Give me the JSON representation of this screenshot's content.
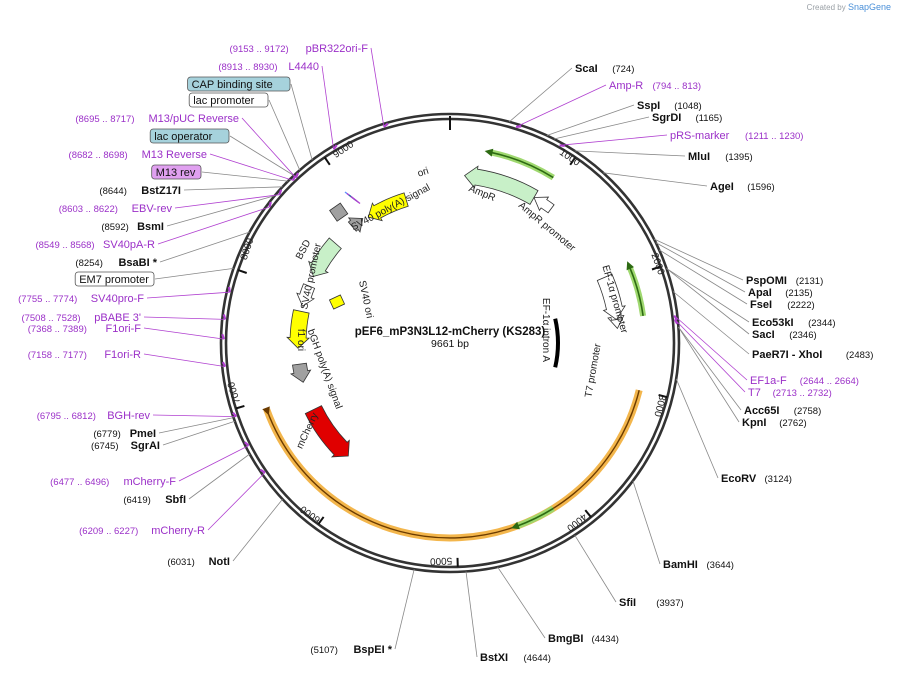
{
  "branding": {
    "created_by": "Created by",
    "app": "SnapGene"
  },
  "plasmid": {
    "name": "pEF6_mP3N3L12-mCherry (KS283)",
    "length": "9661 bp"
  },
  "colors": {
    "enzyme_text": "#111111",
    "primer_text": "#9b30c8",
    "line": "#888888",
    "primer_line": "#b040d0",
    "backbone": "#333333",
    "orange_highlight": "#f3b64c",
    "green_feature": "#4caf50",
    "yellow_feature": "#ffff00",
    "red_feature": "#e00000",
    "white_feature": "#ffffff",
    "grey_feature": "#a0a0a0",
    "boxed_blue": "#a6d2dc",
    "boxed_purple": "#e0a0f0"
  },
  "ticks": [
    "1000",
    "2000",
    "3000",
    "4000",
    "5000",
    "6000",
    "7000",
    "8000",
    "9000"
  ],
  "labels": [
    {
      "pos": "(724)",
      "name": "ScaI",
      "kind": "enzyme"
    },
    {
      "pos": "(794 .. 813)",
      "name": "Amp-R",
      "kind": "primer"
    },
    {
      "pos": "(1048)",
      "name": "SspI",
      "kind": "enzyme"
    },
    {
      "pos": "(1165)",
      "name": "SgrDI",
      "kind": "enzyme"
    },
    {
      "pos": "(1211 .. 1230)",
      "name": "pRS-marker",
      "kind": "primer"
    },
    {
      "pos": "(1395)",
      "name": "MluI",
      "kind": "enzyme"
    },
    {
      "pos": "(1596)",
      "name": "AgeI",
      "kind": "enzyme"
    },
    {
      "pos": "(2131)",
      "name": "PspOMI",
      "kind": "enzyme"
    },
    {
      "pos": "(2135)",
      "name": "ApaI",
      "kind": "enzyme"
    },
    {
      "pos": "(2222)",
      "name": "FseI",
      "kind": "enzyme"
    },
    {
      "pos": "(2344)",
      "name": "Eco53kI",
      "kind": "enzyme"
    },
    {
      "pos": "(2346)",
      "name": "SacI",
      "kind": "enzyme"
    },
    {
      "pos": "(2483)",
      "name": "PaeR7I - XhoI",
      "kind": "enzyme"
    },
    {
      "pos": "(2644 .. 2664)",
      "name": "EF1a-F",
      "kind": "primer"
    },
    {
      "pos": "(2713 .. 2732)",
      "name": "T7",
      "kind": "primer"
    },
    {
      "pos": "(2758)",
      "name": "Acc65I",
      "kind": "enzyme"
    },
    {
      "pos": "(2762)",
      "name": "KpnI",
      "kind": "enzyme"
    },
    {
      "pos": "(3124)",
      "name": "EcoRV",
      "kind": "enzyme"
    },
    {
      "pos": "(3644)",
      "name": "BamHI",
      "kind": "enzyme"
    },
    {
      "pos": "(3937)",
      "name": "SfiI",
      "kind": "enzyme"
    },
    {
      "pos": "(4434)",
      "name": "BmgBI",
      "kind": "enzyme"
    },
    {
      "pos": "(4644)",
      "name": "BstXI",
      "kind": "enzyme"
    },
    {
      "pos": "(5107)",
      "name": "BspEI *",
      "kind": "enzyme"
    },
    {
      "pos": "(6031)",
      "name": "NotI",
      "kind": "enzyme"
    },
    {
      "pos": "(6209 .. 6227)",
      "name": "mCherry-R",
      "kind": "primer"
    },
    {
      "pos": "(6419)",
      "name": "SbfI",
      "kind": "enzyme"
    },
    {
      "pos": "(6477 .. 6496)",
      "name": "mCherry-F",
      "kind": "primer"
    },
    {
      "pos": "(6745)",
      "name": "SgrAI",
      "kind": "enzyme"
    },
    {
      "pos": "(6779)",
      "name": "PmeI",
      "kind": "enzyme"
    },
    {
      "pos": "(6795 .. 6812)",
      "name": "BGH-rev",
      "kind": "primer"
    },
    {
      "pos": "(7158 .. 7177)",
      "name": "F1ori-R",
      "kind": "primer"
    },
    {
      "pos": "(7368 .. 7389)",
      "name": "F1ori-F",
      "kind": "primer"
    },
    {
      "pos": "(7508 .. 7528)",
      "name": "pBABE 3'",
      "kind": "primer"
    },
    {
      "pos": "(7755 .. 7774)",
      "name": "SV40pro-F",
      "kind": "primer"
    },
    {
      "pos": "",
      "name": "EM7 promoter",
      "kind": "boxed-white"
    },
    {
      "pos": "(8254)",
      "name": "BsaBI *",
      "kind": "enzyme"
    },
    {
      "pos": "(8549 .. 8568)",
      "name": "SV40pA-R",
      "kind": "primer"
    },
    {
      "pos": "(8592)",
      "name": "BsmI",
      "kind": "enzyme"
    },
    {
      "pos": "(8603 .. 8622)",
      "name": "EBV-rev",
      "kind": "primer"
    },
    {
      "pos": "(8644)",
      "name": "BstZ17I",
      "kind": "enzyme"
    },
    {
      "pos": "",
      "name": "M13 rev",
      "kind": "boxed-purple"
    },
    {
      "pos": "(8682 .. 8698)",
      "name": "M13 Reverse",
      "kind": "primer"
    },
    {
      "pos": "",
      "name": "lac operator",
      "kind": "boxed-blue"
    },
    {
      "pos": "(8695 .. 8717)",
      "name": "M13/pUC Reverse",
      "kind": "primer"
    },
    {
      "pos": "",
      "name": "lac promoter",
      "kind": "boxed-white"
    },
    {
      "pos": "",
      "name": "CAP binding site",
      "kind": "boxed-blue"
    },
    {
      "pos": "(8913 .. 8930)",
      "name": "L4440",
      "kind": "primer"
    },
    {
      "pos": "(9153 .. 9172)",
      "name": "pBR322ori-F",
      "kind": "primer"
    }
  ],
  "features": [
    {
      "name": "ori",
      "kind": "yellow"
    },
    {
      "name": "AmpR",
      "kind": "green"
    },
    {
      "name": "AmpR promoter",
      "kind": "white"
    },
    {
      "name": "EF-1α promoter",
      "kind": "white"
    },
    {
      "name": "EF-1α intron A",
      "kind": "black-arc"
    },
    {
      "name": "T7 promoter",
      "kind": "white"
    },
    {
      "name": "mCherry",
      "kind": "red"
    },
    {
      "name": "bGH poly(A) signal",
      "kind": "grey"
    },
    {
      "name": "f1 ori",
      "kind": "yellow"
    },
    {
      "name": "SV40 promoter",
      "kind": "white"
    },
    {
      "name": "SV40 ori",
      "kind": "yellow"
    },
    {
      "name": "BSD",
      "kind": "green"
    },
    {
      "name": "SV40 poly(A) signal",
      "kind": "grey"
    }
  ]
}
